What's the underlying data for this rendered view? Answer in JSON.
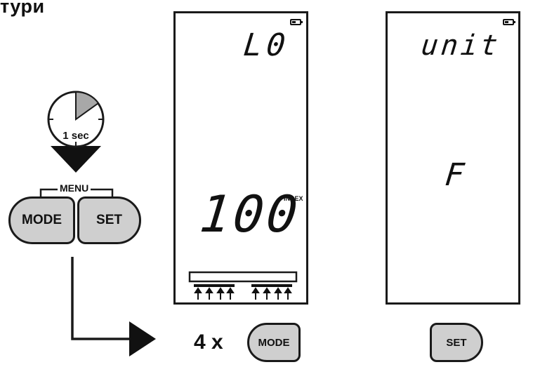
{
  "heading": "тури",
  "timer": {
    "label": "1 sec"
  },
  "menu": {
    "label": "MENU"
  },
  "buttons": {
    "mode": "MODE",
    "set": "SET"
  },
  "display1": {
    "top_text": "L0",
    "main_value": "100",
    "unit": "INDEX"
  },
  "display2": {
    "top_text": "unit",
    "main_value": "F"
  },
  "steps": {
    "step1_count": "4 x",
    "step1_button": "MODE",
    "step2_button": "SET"
  },
  "icons": [
    "battery-icon",
    "timer-icon",
    "arrow-right-icon",
    "arrow-down-icon"
  ]
}
